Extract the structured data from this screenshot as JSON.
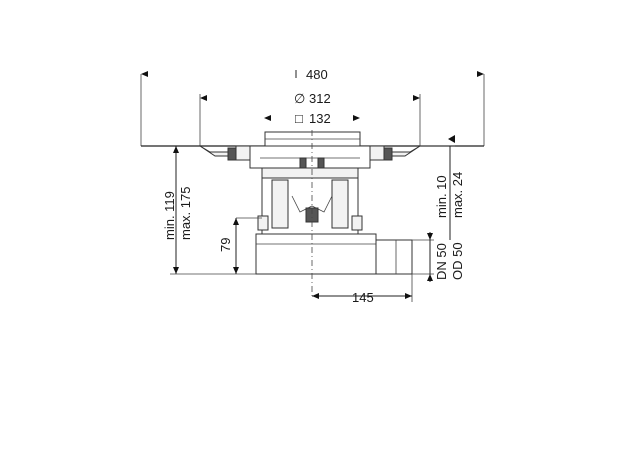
{
  "dimensions": {
    "overall_width": "480",
    "grate_diameter": "312",
    "grate_square": "132",
    "outlet_offset": "145",
    "outlet_height": "79",
    "install_height_min": "min. 119",
    "install_height_max": "max. 175",
    "flange_height_min": "min. 10",
    "flange_height_max": "max. 24",
    "outlet_dn": "DN 50",
    "outlet_od": "OD 50"
  },
  "symbols": {
    "diameter": "∅",
    "square": "□"
  }
}
